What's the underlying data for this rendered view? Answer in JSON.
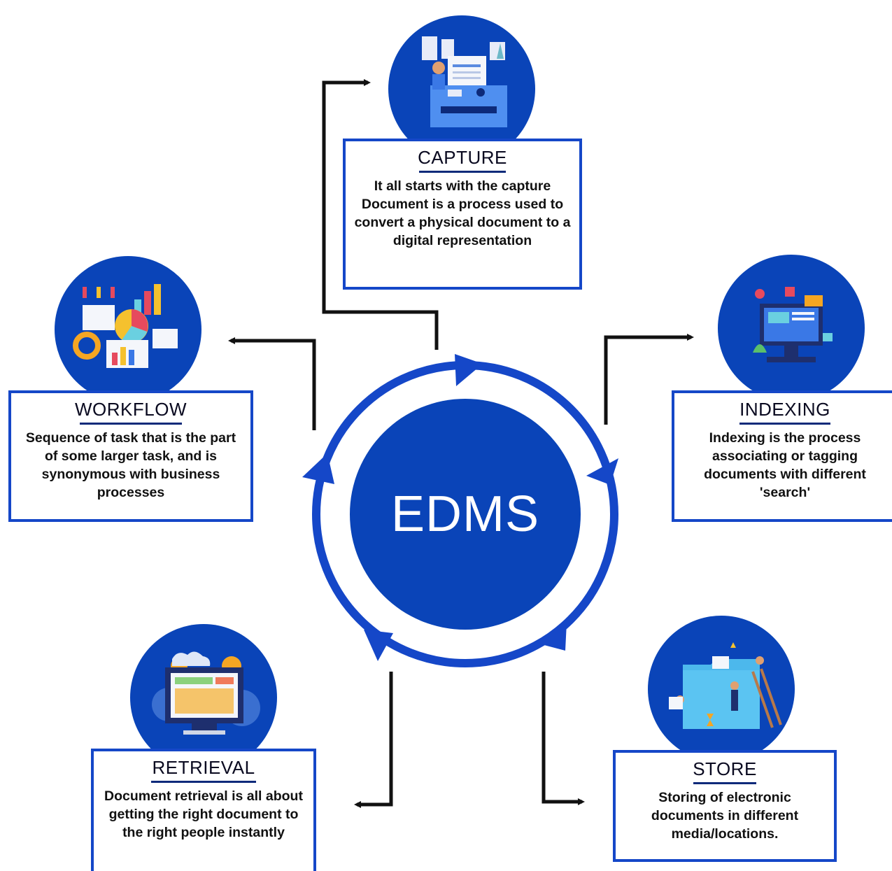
{
  "center": {
    "label": "EDMS"
  },
  "steps": {
    "capture": {
      "title": "CAPTURE",
      "description": "It all starts with the capture Document is a process used to convert a physical document to a digital representation",
      "icon": "scanner-invoice-icon"
    },
    "indexing": {
      "title": "INDEXING",
      "description": "Indexing is the process associating or tagging documents with different 'search'",
      "icon": "computer-cms-icon"
    },
    "store": {
      "title": "STORE",
      "description": "Storing of electronic documents in different media/locations.",
      "icon": "folder-storage-icon"
    },
    "retrieval": {
      "title": "RETRIEVAL",
      "description": "Document retrieval is all about getting the right document to the right people instantly",
      "icon": "monitor-gears-icon"
    },
    "workflow": {
      "title": "WORKFLOW",
      "description": "Sequence of task that is the part of some larger task, and is synonymous with business processes",
      "icon": "analytics-charts-icon"
    }
  },
  "colors": {
    "primary_blue": "#0a44b8",
    "border_blue": "#1547c8",
    "arrow": "#111111"
  }
}
